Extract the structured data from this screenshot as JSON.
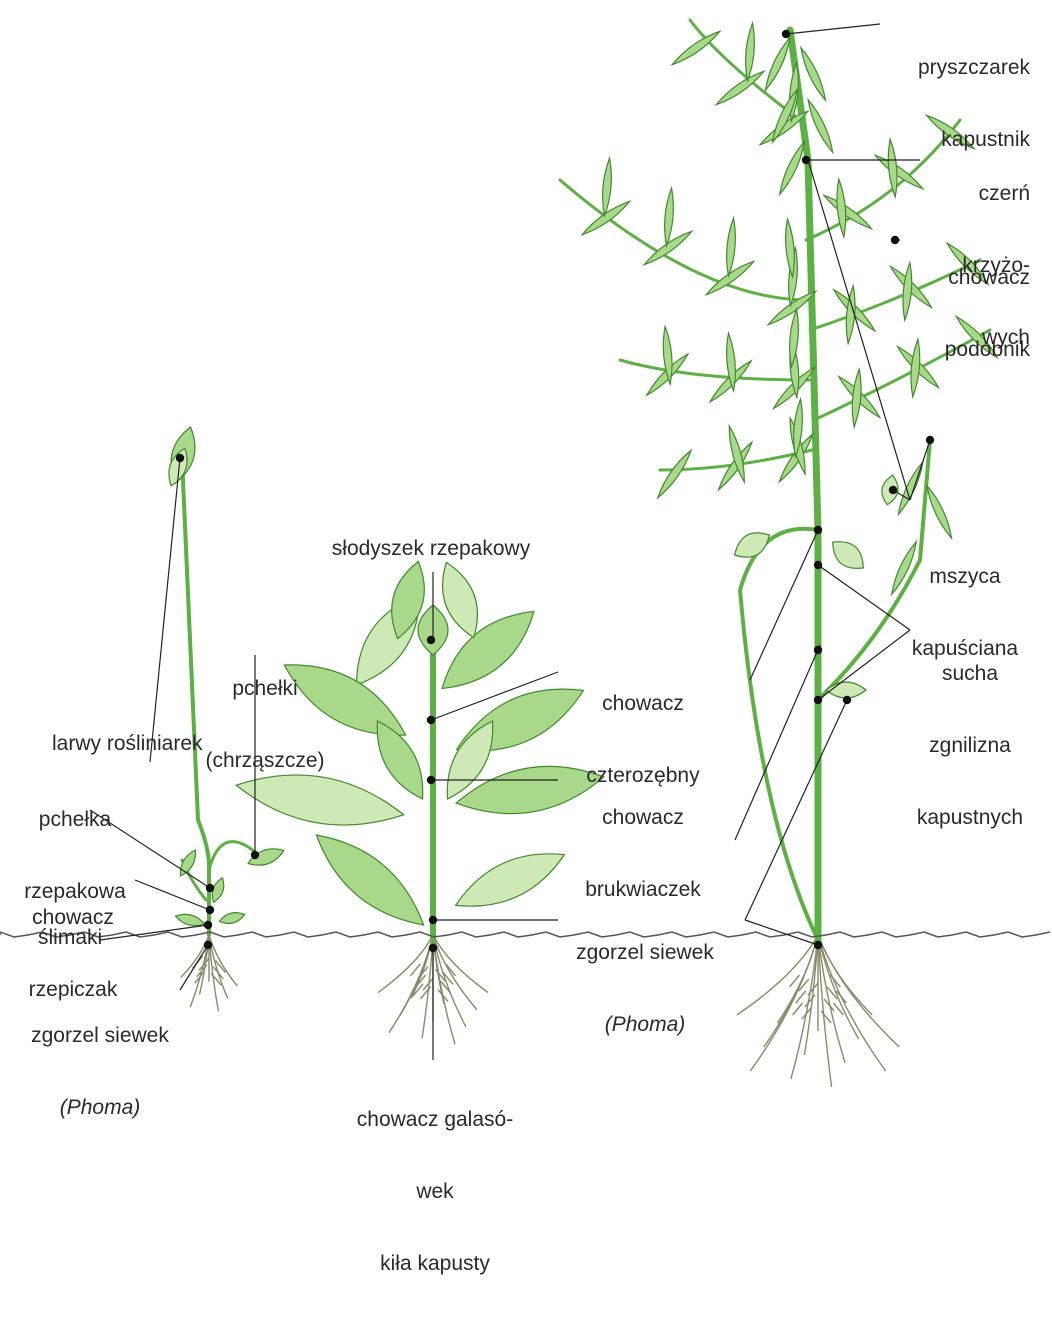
{
  "colors": {
    "leaf_fill": "#a9d88a",
    "leaf_light": "#cfe9b6",
    "stem": "#5db043",
    "stem_dark": "#3f8a2c",
    "pointer": "#222222",
    "ground": "#555555"
  },
  "labels": {
    "slodyszek": "słodyszek rzepakowy",
    "pchelki_1": "pchełki",
    "pchelki_2": "(chrząszcze)",
    "larwy": "larwy rośliniarek",
    "pchelka_1": "pchełka",
    "pchelka_2": "rzepakowa",
    "rzepiczak_1": "chowacz",
    "rzepiczak_2": "rzepiczak",
    "slimaki": "ślimaki",
    "zgorzel_left_1": "zgorzel siewek",
    "zgorzel_left_2": "(Phoma)",
    "czterozebny_1": "chowacz",
    "czterozebny_2": "czterozębny",
    "brukwiaczek_1": "chowacz",
    "brukwiaczek_2": "brukwiaczek",
    "zgorzel_mid_1": "zgorzel siewek",
    "zgorzel_mid_2": "(Phoma)",
    "galasowek_1": "chowacz galasó-",
    "galasowek_2": "wek",
    "kila": "kiła kapusty",
    "pryszczarek_1": "pryszczarek",
    "pryszczarek_2": "kapustnik",
    "czern_1": "czerń",
    "czern_2": "krzyżo-",
    "czern_3": "wych",
    "podobnik_1": "chowacz",
    "podobnik_2": "podobnik",
    "mszyca_1": "mszyca",
    "mszyca_2": "kapuściana",
    "sucha_1": "sucha",
    "sucha_2": "zgnilizna",
    "sucha_3": "kapustnych"
  }
}
